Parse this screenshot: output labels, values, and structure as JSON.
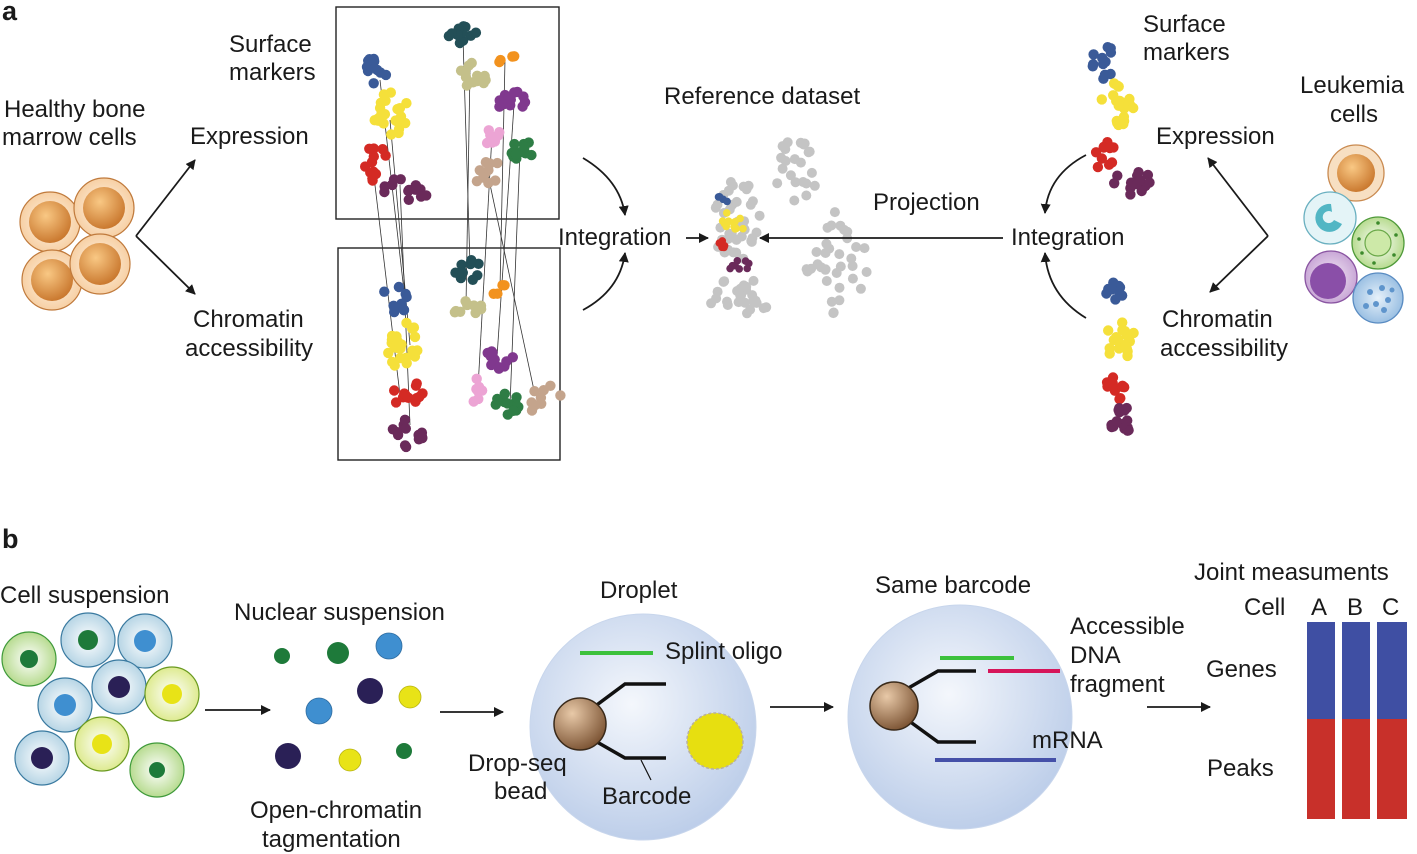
{
  "panel_a": {
    "label": "a",
    "healthy_title_line1": "Healthy bone",
    "healthy_title_line2": "marrow cells",
    "expression": "Expression",
    "chromatin_line1": "Chromatin",
    "chromatin_line2": "accessibility",
    "surface_line1": "Surface",
    "surface_line2": "markers",
    "integration": "Integration",
    "reference": "Reference dataset",
    "projection": "Projection",
    "leukemia_line1": "Leukemia",
    "leukemia_line2": "cells"
  },
  "panel_b": {
    "label": "b",
    "cell_suspension": "Cell suspension",
    "nuclear_suspension": "Nuclear suspension",
    "open_chromatin_line1": "Open-chromatin",
    "open_chromatin_line2": "tagmentation",
    "droplet": "Droplet",
    "splint_oligo": "Splint oligo",
    "dropseq_line1": "Drop-seq",
    "dropseq_line2": "bead",
    "barcode": "Barcode",
    "same_barcode": "Same barcode",
    "accessible_line1": "Accessible",
    "accessible_line2": "DNA",
    "accessible_line3": "fragment",
    "mrna": "mRNA",
    "joint": "Joint measuments",
    "cell": "Cell",
    "columns": [
      "A",
      "B",
      "C"
    ],
    "genes": "Genes",
    "peaks": "Peaks"
  },
  "colors": {
    "blue": "#3a5a98",
    "yellow": "#f5e03a",
    "red": "#d42a24",
    "plum": "#6a2a5a",
    "teal": "#234f57",
    "khaki": "#c4c08a",
    "orange": "#f2921e",
    "purple": "#80388e",
    "pink": "#eca4d4",
    "green": "#2e7d45",
    "tan": "#c4a48c",
    "grey": "#c4c4c4",
    "genes_bar": "#3f4fa3",
    "peaks_bar": "#c8302a"
  }
}
